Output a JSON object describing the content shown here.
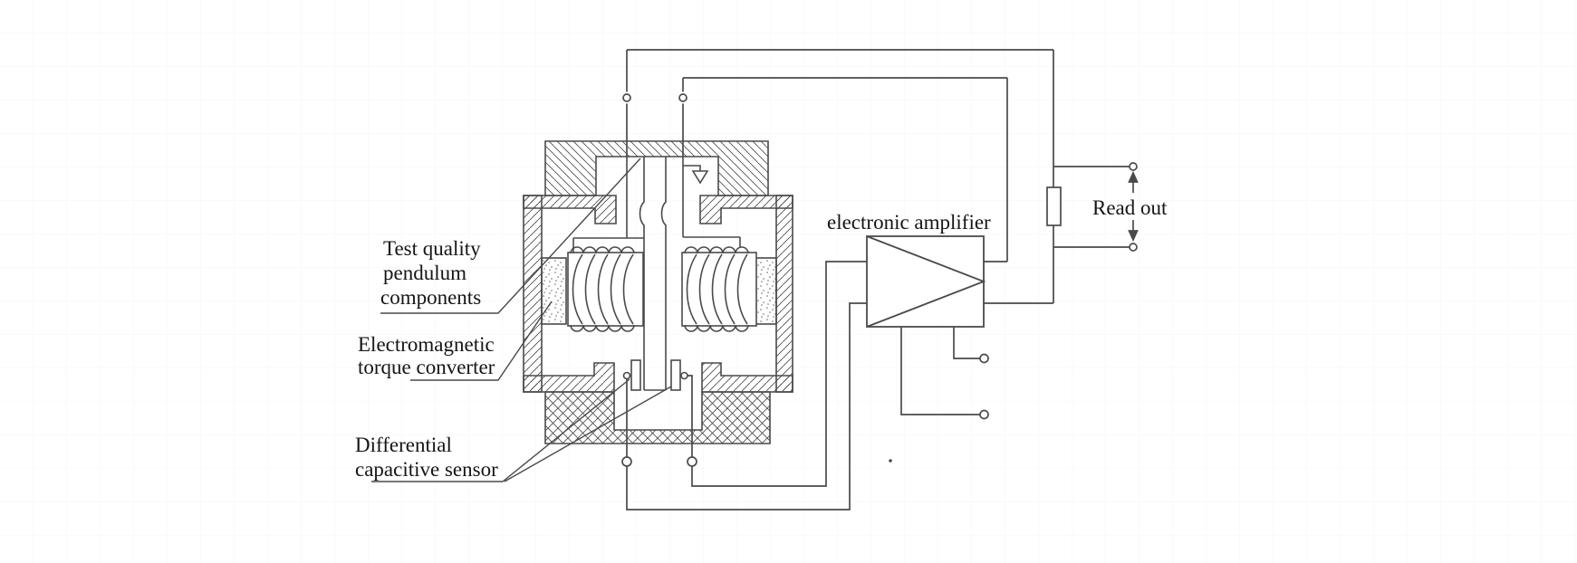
{
  "page": {
    "background": "#ffffff",
    "kind": "engineering schematic of a pendulum accelerometer"
  },
  "colors": {
    "line": "#4a4a4a",
    "text": "#151515",
    "background": "#ffffff",
    "grid": "#f1edee"
  },
  "labels": {
    "pendulum": {
      "lines": [
        "Test quality",
        "pendulum",
        "components"
      ]
    },
    "torquer": {
      "lines": [
        "Electromagnetic",
        "torque converter"
      ]
    },
    "sensor": {
      "lines": [
        "Differential",
        "capacitive sensor"
      ]
    },
    "amplifier": "electronic amplifier",
    "readout": "Read out"
  },
  "icons": {
    "amplifier": "triangle-right-in-box",
    "resistor": "vertical-rectangle-on-wire",
    "terminal": "open-circle",
    "current_arrow": "open-triangle-down",
    "polarity_arrows": "small-filled-arrows-toward-terminals",
    "magnet_fill": "stipple-dots",
    "housing_fill": "diagonal-hatch",
    "end_block_fill": "cross-hatch"
  }
}
